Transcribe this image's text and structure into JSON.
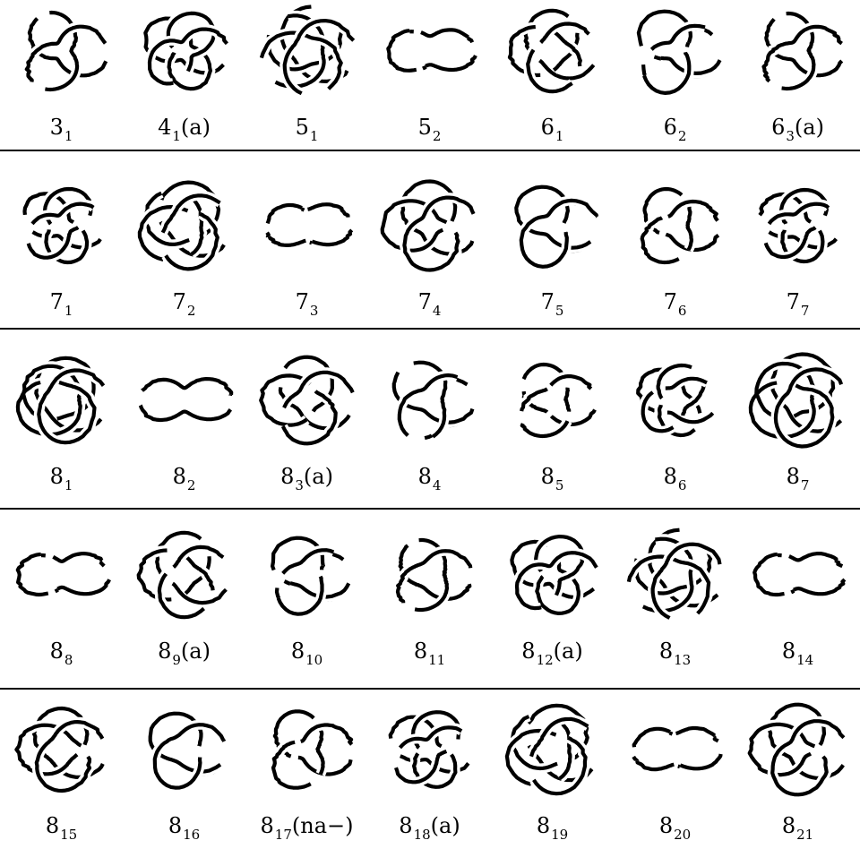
{
  "rows": [
    {
      "knots": [
        {
          "base": "3",
          "sub": "1",
          "suffix": "",
          "icon": "knot-3-1-diagram"
        },
        {
          "base": "4",
          "sub": "1",
          "suffix": "(a)",
          "icon": "knot-4-1-diagram"
        },
        {
          "base": "5",
          "sub": "1",
          "suffix": "",
          "icon": "knot-5-1-diagram"
        },
        {
          "base": "5",
          "sub": "2",
          "suffix": "",
          "icon": "knot-5-2-diagram"
        },
        {
          "base": "6",
          "sub": "1",
          "suffix": "",
          "icon": "knot-6-1-diagram"
        },
        {
          "base": "6",
          "sub": "2",
          "suffix": "",
          "icon": "knot-6-2-diagram"
        },
        {
          "base": "6",
          "sub": "3",
          "suffix": "(a)",
          "icon": "knot-6-3-diagram"
        }
      ]
    },
    {
      "knots": [
        {
          "base": "7",
          "sub": "1",
          "suffix": "",
          "icon": "knot-7-1-diagram"
        },
        {
          "base": "7",
          "sub": "2",
          "suffix": "",
          "icon": "knot-7-2-diagram"
        },
        {
          "base": "7",
          "sub": "3",
          "suffix": "",
          "icon": "knot-7-3-diagram"
        },
        {
          "base": "7",
          "sub": "4",
          "suffix": "",
          "icon": "knot-7-4-diagram"
        },
        {
          "base": "7",
          "sub": "5",
          "suffix": "",
          "icon": "knot-7-5-diagram"
        },
        {
          "base": "7",
          "sub": "6",
          "suffix": "",
          "icon": "knot-7-6-diagram"
        },
        {
          "base": "7",
          "sub": "7",
          "suffix": "",
          "icon": "knot-7-7-diagram"
        }
      ]
    },
    {
      "knots": [
        {
          "base": "8",
          "sub": "1",
          "suffix": "",
          "icon": "knot-8-1-diagram"
        },
        {
          "base": "8",
          "sub": "2",
          "suffix": "",
          "icon": "knot-8-2-diagram"
        },
        {
          "base": "8",
          "sub": "3",
          "suffix": "(a)",
          "icon": "knot-8-3-diagram"
        },
        {
          "base": "8",
          "sub": "4",
          "suffix": "",
          "icon": "knot-8-4-diagram"
        },
        {
          "base": "8",
          "sub": "5",
          "suffix": "",
          "icon": "knot-8-5-diagram"
        },
        {
          "base": "8",
          "sub": "6",
          "suffix": "",
          "icon": "knot-8-6-diagram"
        },
        {
          "base": "8",
          "sub": "7",
          "suffix": "",
          "icon": "knot-8-7-diagram"
        }
      ]
    },
    {
      "knots": [
        {
          "base": "8",
          "sub": "8",
          "suffix": "",
          "icon": "knot-8-8-diagram"
        },
        {
          "base": "8",
          "sub": "9",
          "suffix": "(a)",
          "icon": "knot-8-9-diagram"
        },
        {
          "base": "8",
          "sub": "10",
          "suffix": "",
          "icon": "knot-8-10-diagram"
        },
        {
          "base": "8",
          "sub": "11",
          "suffix": "",
          "icon": "knot-8-11-diagram"
        },
        {
          "base": "8",
          "sub": "12",
          "suffix": "(a)",
          "icon": "knot-8-12-diagram"
        },
        {
          "base": "8",
          "sub": "13",
          "suffix": "",
          "icon": "knot-8-13-diagram"
        },
        {
          "base": "8",
          "sub": "14",
          "suffix": "",
          "icon": "knot-8-14-diagram"
        }
      ]
    },
    {
      "knots": [
        {
          "base": "8",
          "sub": "15",
          "suffix": "",
          "icon": "knot-8-15-diagram"
        },
        {
          "base": "8",
          "sub": "16",
          "suffix": "",
          "icon": "knot-8-16-diagram"
        },
        {
          "base": "8",
          "sub": "17",
          "suffix": "(na−)",
          "icon": "knot-8-17-diagram"
        },
        {
          "base": "8",
          "sub": "18",
          "suffix": "(a)",
          "icon": "knot-8-18-diagram"
        },
        {
          "base": "8",
          "sub": "19",
          "suffix": "",
          "icon": "knot-8-19-diagram"
        },
        {
          "base": "8",
          "sub": "20",
          "suffix": "",
          "icon": "knot-8-20-diagram"
        },
        {
          "base": "8",
          "sub": "21",
          "suffix": "",
          "icon": "knot-8-21-diagram"
        }
      ]
    }
  ]
}
